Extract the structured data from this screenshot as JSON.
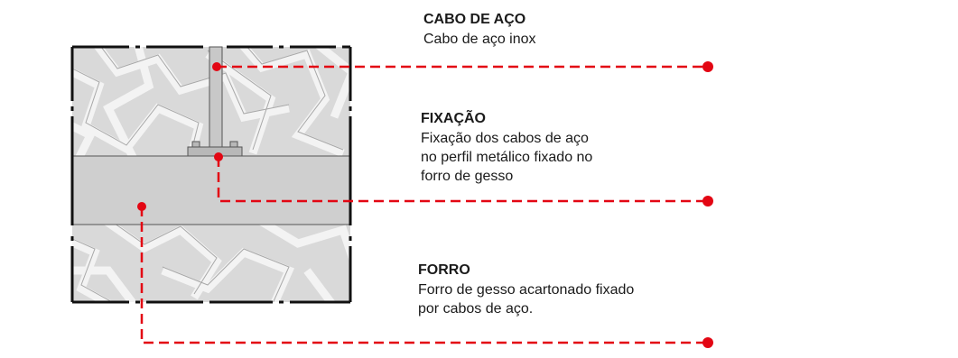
{
  "colors": {
    "leader": "#e30613",
    "section_fill": "#cfcfcf",
    "cable": "#c8c8c8",
    "ornament_bg": "#d9d9d9",
    "ornament_band": "#f2f2f2",
    "frame": "#111111"
  },
  "labels": [
    {
      "id": "cabo",
      "title": "CABO DE AÇO",
      "desc": "Cabo de aço inox"
    },
    {
      "id": "fixacao",
      "title": "FIXAÇÃO",
      "desc": "Fixação dos cabos de aço\nno perfil metálico fixado no\nforro de gesso"
    },
    {
      "id": "forro",
      "title": "FORRO",
      "desc": "Forro de gesso acartonado fixado\npor cabos de aço."
    }
  ]
}
